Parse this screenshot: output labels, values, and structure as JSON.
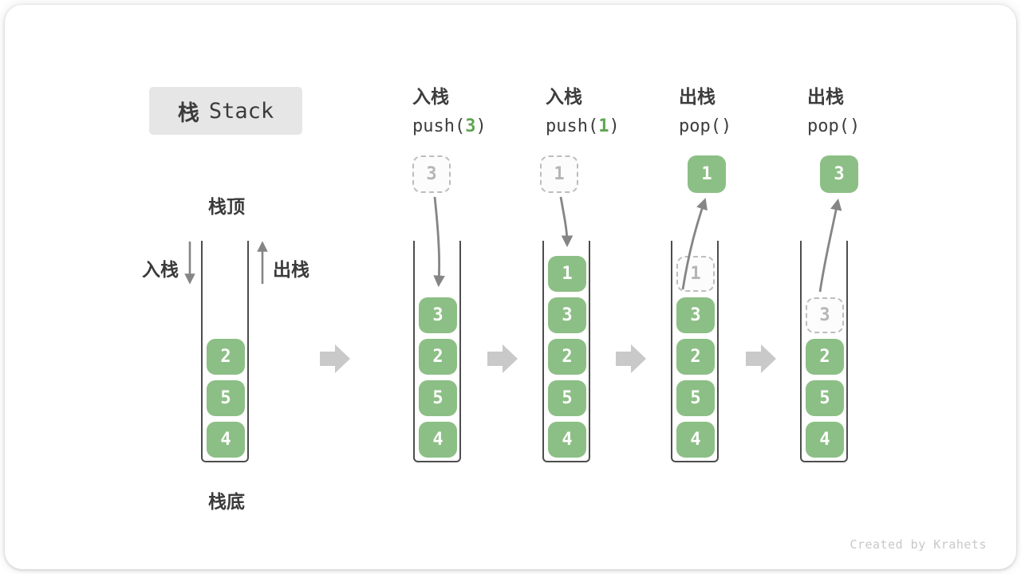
{
  "title": {
    "zh": "栈",
    "en": "Stack"
  },
  "side_labels": {
    "top": "栈顶",
    "bottom": "栈底",
    "push": "入栈",
    "pop": "出栈"
  },
  "operations": [
    {
      "label": "入栈",
      "code_pre": "push(",
      "code_num": "3",
      "code_post": ")"
    },
    {
      "label": "入栈",
      "code_pre": "push(",
      "code_num": "1",
      "code_post": ")"
    },
    {
      "label": "出栈",
      "code_pre": "pop(",
      "code_num": "",
      "code_post": ")"
    },
    {
      "label": "出栈",
      "code_pre": "pop(",
      "code_num": "",
      "code_post": ")"
    }
  ],
  "stacks": [
    {
      "cells": [
        "2",
        "5",
        "4"
      ]
    },
    {
      "floating": "3",
      "cells": [
        "3",
        "2",
        "5",
        "4"
      ]
    },
    {
      "floating": "1",
      "cells": [
        "1",
        "3",
        "2",
        "5",
        "4"
      ]
    },
    {
      "floating": "1",
      "ghost": "1",
      "cells": [
        "3",
        "2",
        "5",
        "4"
      ]
    },
    {
      "floating": "3",
      "ghost": "3",
      "cells": [
        "2",
        "5",
        "4"
      ]
    }
  ],
  "watermark": "Created by Krahets",
  "colors": {
    "cell_green": "#8CBF85",
    "code_number_green": "#60A551",
    "arrow_gray": "#858585",
    "flow_arrow_gray": "#C9C9C9",
    "title_box_bg": "#E6E6E6",
    "dashed_gray": "#BDBDBD",
    "wall_gray": "#4D4D4D"
  }
}
